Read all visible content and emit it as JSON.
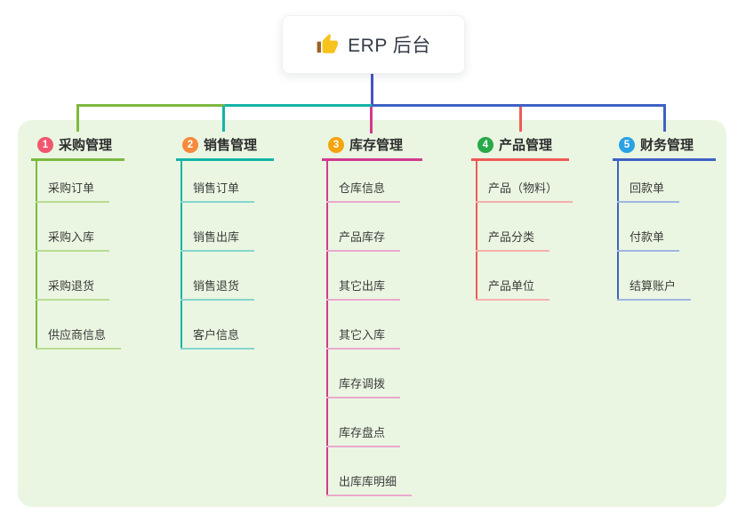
{
  "root": {
    "label": "ERP 后台",
    "line_color": "#4553c6"
  },
  "panel": {
    "bg": "#eaf6e2"
  },
  "icon_colors": {
    "thumb": "#f7c31c",
    "thumb_sleeve": "#9a6228"
  },
  "branches": [
    {
      "badge": "1",
      "badge_color": "#f2566f",
      "label": "采购管理",
      "color": "#7cb93f",
      "light_color": "#b9dc92",
      "children": [
        "采购订单",
        "采购入库",
        "采购退货",
        "供应商信息"
      ]
    },
    {
      "badge": "2",
      "badge_color": "#f68a3c",
      "label": "销售管理",
      "color": "#14b3a7",
      "light_color": "#85d5cd",
      "children": [
        "销售订单",
        "销售出库",
        "销售退货",
        "客户信息"
      ]
    },
    {
      "badge": "3",
      "badge_color": "#f5a40f",
      "label": "库存管理",
      "color": "#d23a8d",
      "light_color": "#eba8cd",
      "children": [
        "仓库信息",
        "产品库存",
        "其它出库",
        "其它入库",
        "库存调拨",
        "库存盘点",
        "出库库明细"
      ]
    },
    {
      "badge": "4",
      "badge_color": "#28a94a",
      "label": "产品管理",
      "color": "#ef5a54",
      "light_color": "#f5b0ac",
      "children": [
        "产品（物料）",
        "产品分类",
        "产品单位"
      ]
    },
    {
      "badge": "5",
      "badge_color": "#2aa2e3",
      "label": "财务管理",
      "color": "#3e61c4",
      "light_color": "#9fb6e2",
      "children": [
        "回款单",
        "付款单",
        "结算账户"
      ]
    }
  ]
}
